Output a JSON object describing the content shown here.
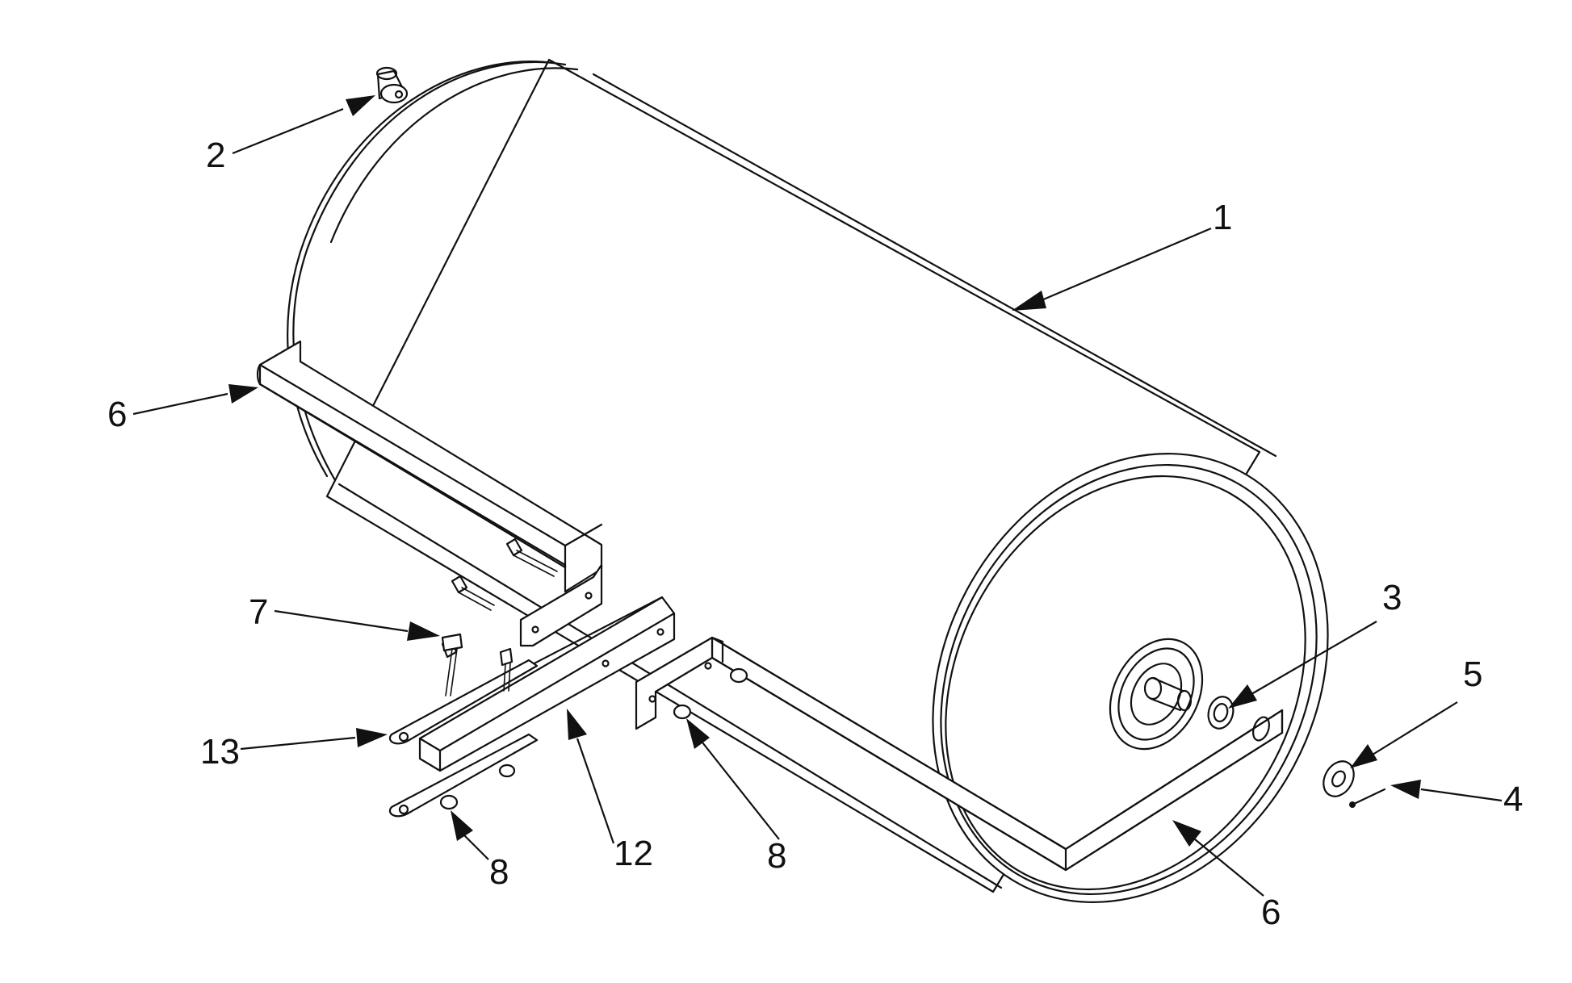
{
  "callouts": [
    {
      "id": "c1",
      "label": "1"
    },
    {
      "id": "c2",
      "label": "2"
    },
    {
      "id": "c3",
      "label": "3"
    },
    {
      "id": "c4",
      "label": "4"
    },
    {
      "id": "c5",
      "label": "5"
    },
    {
      "id": "c6a",
      "label": "6"
    },
    {
      "id": "c6b",
      "label": "6"
    },
    {
      "id": "c7",
      "label": "7"
    },
    {
      "id": "c8a",
      "label": "8"
    },
    {
      "id": "c8b",
      "label": "8"
    },
    {
      "id": "c12",
      "label": "12"
    },
    {
      "id": "c13",
      "label": "13"
    }
  ]
}
